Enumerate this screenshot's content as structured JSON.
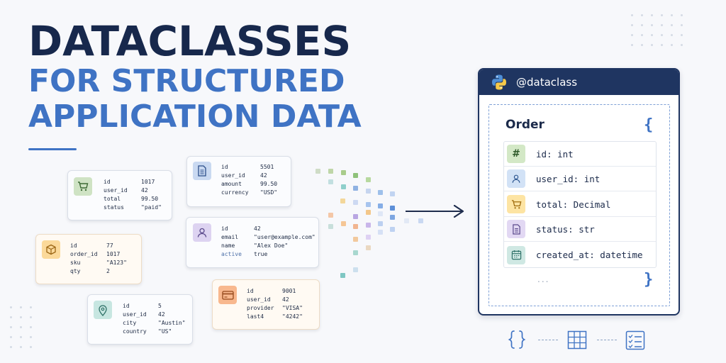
{
  "title": {
    "line1": "DATACLASSES",
    "line2": "FOR STRUCTURED",
    "line3": "APPLICATION DATA"
  },
  "cards": [
    {
      "id": "order",
      "icon": "cart-icon",
      "color": "#cfe3c4",
      "rows": [
        [
          "id",
          "1017"
        ],
        [
          "user_id",
          "42"
        ],
        [
          "total",
          "99.50"
        ],
        [
          "status",
          "\"paid\""
        ]
      ]
    },
    {
      "id": "payment",
      "icon": "document-icon",
      "color": "#c9d9f1",
      "rows": [
        [
          "id",
          "5501"
        ],
        [
          "user_id",
          "42"
        ],
        [
          "amount",
          "99.50"
        ],
        [
          "currency",
          "\"USD\""
        ]
      ]
    },
    {
      "id": "user",
      "icon": "person-icon",
      "color": "#ddd3f1",
      "rows": [
        [
          "id",
          "42"
        ],
        [
          "email",
          "\"user@example.com\""
        ],
        [
          "name",
          "\"Alex Doe\""
        ],
        [
          "active",
          "true"
        ]
      ]
    },
    {
      "id": "item",
      "icon": "box-icon",
      "color": "#fbd99a",
      "rows": [
        [
          "id",
          "77"
        ],
        [
          "order_id",
          "1017"
        ],
        [
          "sku",
          "\"A123\""
        ],
        [
          "qty",
          "2"
        ]
      ]
    },
    {
      "id": "address",
      "icon": "location-pin-icon",
      "color": "#c7e6e1",
      "rows": [
        [
          "id",
          "5"
        ],
        [
          "user_id",
          "42"
        ],
        [
          "city",
          "\"Austin\""
        ],
        [
          "country",
          "\"US\""
        ]
      ]
    },
    {
      "id": "card",
      "icon": "credit-card-icon",
      "color": "#f8b88e",
      "rows": [
        [
          "id",
          "9001"
        ],
        [
          "user_id",
          "42"
        ],
        [
          "provider",
          "\"VISA\""
        ],
        [
          "last4",
          "\"4242\""
        ]
      ]
    }
  ],
  "dataclass": {
    "decorator": "@dataclass",
    "class_name": "Order",
    "open_brace": "{",
    "close_brace": "}",
    "ellipsis": "...",
    "fields": [
      {
        "label": "id: int",
        "icon": "hash-icon",
        "color": "#d3e8c6"
      },
      {
        "label": "user_id: int",
        "icon": "person-icon",
        "color": "#d2e2f6"
      },
      {
        "label": "total: Decimal",
        "icon": "cart-icon",
        "color": "#fde4a3"
      },
      {
        "label": "status: str",
        "icon": "document-icon",
        "color": "#e2d8f3"
      },
      {
        "label": "created_at: datetime",
        "icon": "calendar-icon",
        "color": "#cfe8e3"
      }
    ]
  },
  "colors": {
    "title_dark": "#17284c",
    "title_blue": "#3f73c4",
    "panel_navy": "#1f3561"
  }
}
